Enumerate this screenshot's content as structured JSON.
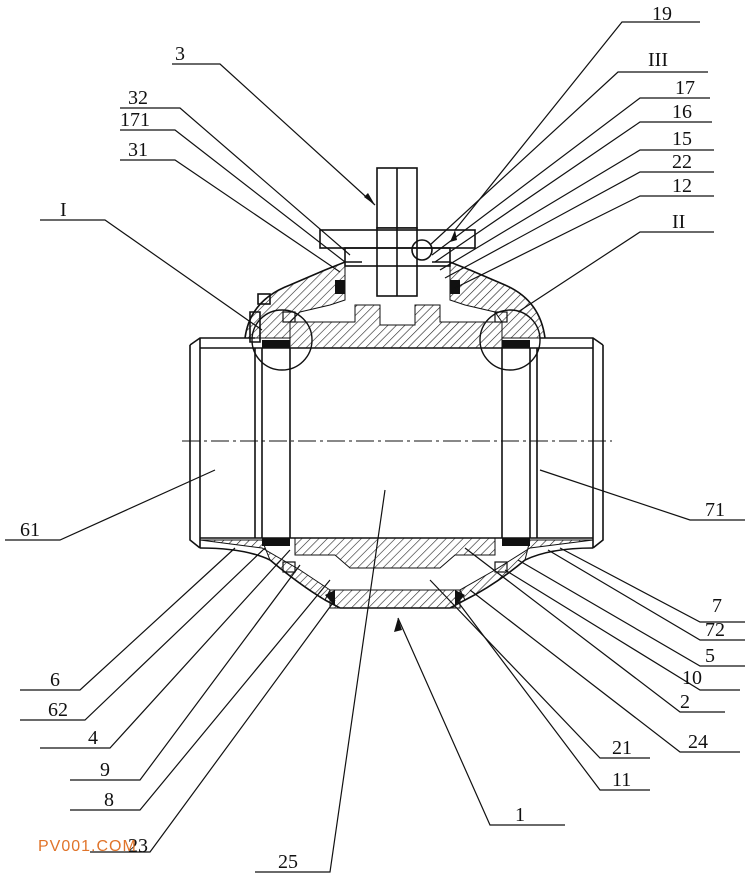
{
  "drawing": {
    "labels_top": [
      "19",
      "III",
      "3",
      "17",
      "32",
      "16",
      "171",
      "15",
      "22",
      "31",
      "12",
      "I",
      "II"
    ],
    "labels_bottom": [
      "61",
      "71",
      "7",
      "72",
      "5",
      "6",
      "10",
      "62",
      "2",
      "4",
      "24",
      "21",
      "9",
      "11",
      "8",
      "1",
      "23",
      "25"
    ]
  },
  "watermark": "PV001.COM",
  "colors": {
    "line": "#111111",
    "hatch": "#222222",
    "watermark": "#e0742a"
  }
}
